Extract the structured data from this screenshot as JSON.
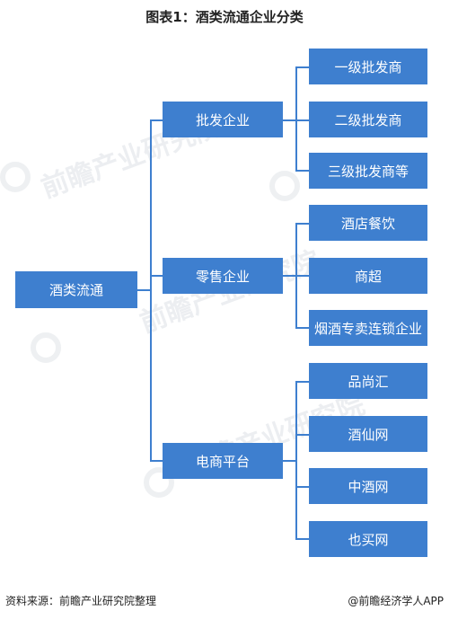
{
  "title": "图表1：酒类流通企业分类",
  "root": {
    "label": "酒类流通"
  },
  "groups": [
    {
      "label": "批发企业",
      "children": [
        "一级批发商",
        "二级批发商",
        "三级批发商等"
      ]
    },
    {
      "label": "零售企业",
      "children": [
        "酒店餐饮",
        "商超",
        "烟酒专卖连锁企业"
      ]
    },
    {
      "label": "电商平台",
      "children": [
        "品尚汇",
        "酒仙网",
        "中酒网",
        "也买网"
      ]
    }
  ],
  "footer": {
    "source": "资料来源：前瞻产业研究院整理",
    "brand": "@前瞻经济学人APP"
  },
  "watermark": {
    "text": "前瞻产业研究院"
  },
  "colors": {
    "box": "#3e7fcf",
    "connector": "#3e7fcf"
  }
}
